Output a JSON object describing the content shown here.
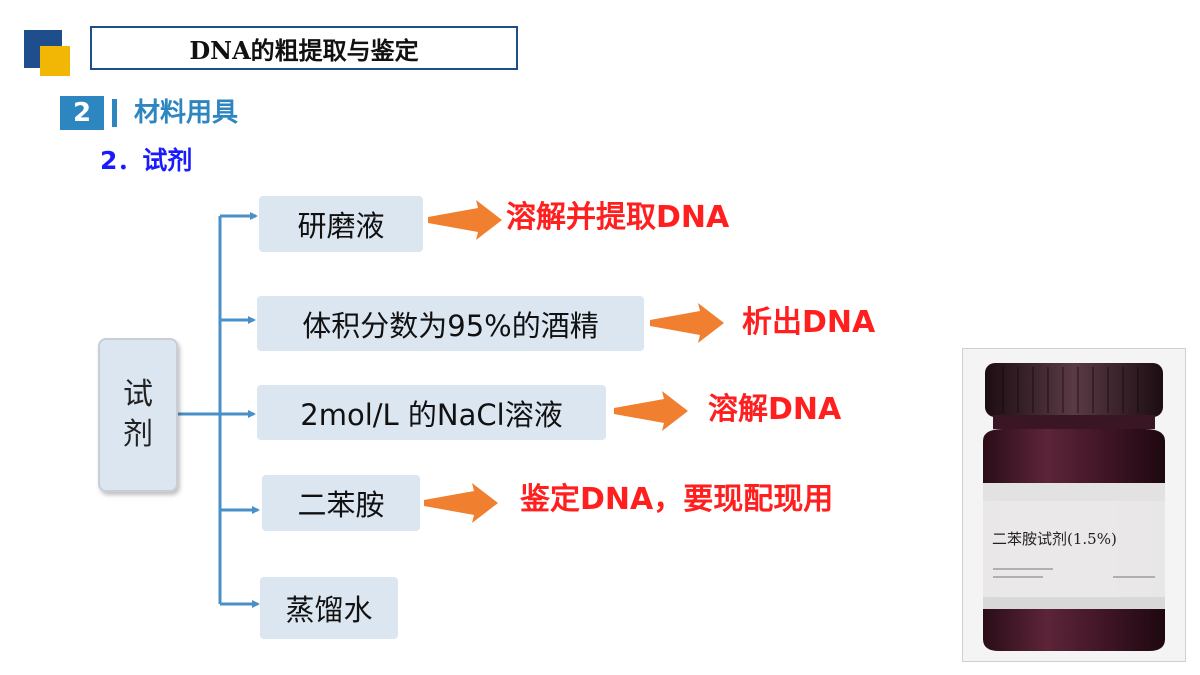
{
  "title": "DNA的粗提取与鉴定",
  "section": {
    "number": "2",
    "title": "材料用具"
  },
  "subtitle": "2．试剂",
  "root": {
    "line1": "试",
    "line2": "剂"
  },
  "items": [
    {
      "reagent": "研磨液",
      "purpose": "溶解并提取DNA"
    },
    {
      "reagent": "体积分数为95%的酒精",
      "purpose": "析出DNA"
    },
    {
      "reagent": "2mol/L 的NaCl溶液",
      "purpose": "溶解DNA"
    },
    {
      "reagent": "二苯胺",
      "purpose": "鉴定DNA，要现配现用"
    },
    {
      "reagent": "蒸馏水"
    }
  ],
  "photo": {
    "label": "二苯胺试剂(1.5%)"
  },
  "colors": {
    "accent": "#2e86c1",
    "navy": "#1f4e8c",
    "yellow": "#f2b705",
    "node_bg": "#dce6f1",
    "purpose_text": "#ff1f1f",
    "arrow": "#f08030",
    "subtitle": "#1a1aff"
  }
}
